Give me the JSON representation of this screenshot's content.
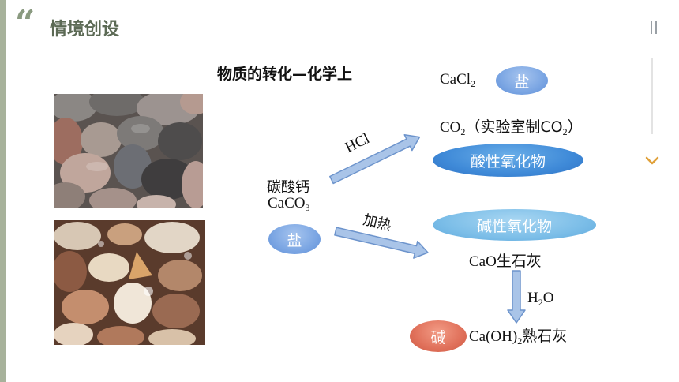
{
  "section": {
    "title": "情境创设"
  },
  "slide": {
    "title": "物质的转化—化学上"
  },
  "reactant": {
    "name": "碳酸钙",
    "formula_main": "CaCO",
    "formula_sub": "3",
    "class_label": "盐"
  },
  "arrow_top": {
    "label": "HCl"
  },
  "arrow_bottom": {
    "label": "加热"
  },
  "product_cacl2": {
    "formula_main": "CaCl",
    "formula_sub": "2",
    "class_label": "盐"
  },
  "product_co2": {
    "formula_main": "CO",
    "formula_sub": "2",
    "note_prefix": "（实验室制CO",
    "note_sub": "2",
    "note_suffix": "）",
    "class_label": "酸性氧化物"
  },
  "product_cao": {
    "class_label": "碱性氧化物",
    "formula": "CaO",
    "common_name": "生石灰"
  },
  "arrow_down": {
    "label_main": "H",
    "label_sub": "2",
    "label_tail": "O"
  },
  "product_caoh2": {
    "class_label": "碱",
    "formula_main": "Ca(OH)",
    "formula_sub": "2",
    "common_name": "熟石灰"
  },
  "colors": {
    "sidebar": "#a7b29b",
    "section_title": "#5c6a55",
    "arrow_fill": "#a9c4e8",
    "arrow_stroke": "#6d94cc",
    "pill_salt": "#7ea8e4",
    "pill_acid_oxide": "#3f8ad8",
    "pill_base_oxide": "#7cbee8",
    "pill_base": "#e0705a"
  },
  "icons": {
    "quote": "quote-mark-icon",
    "pause": "pause-icon",
    "chevron": "chevron-down-icon"
  }
}
